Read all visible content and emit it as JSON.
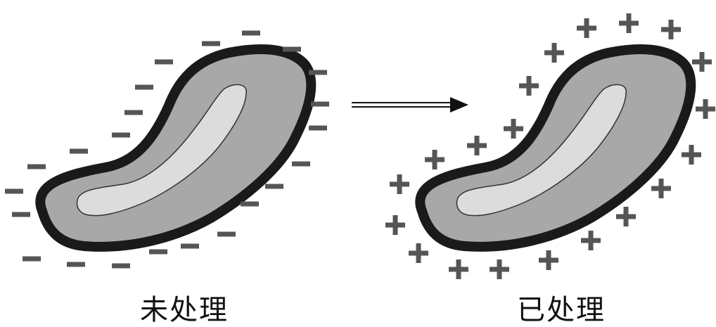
{
  "panels": [
    {
      "caption": "未处理",
      "charge_sign": "−",
      "surface_charge": "negative"
    },
    {
      "caption": "已处理",
      "charge_sign": "+",
      "surface_charge": "positive"
    }
  ],
  "colors": {
    "particle_body": "#a8a8a8",
    "particle_core": "#dcdcdc",
    "particle_outline": "#1a1a1a",
    "charge_sign": "#555555",
    "arrow": "#111111"
  }
}
